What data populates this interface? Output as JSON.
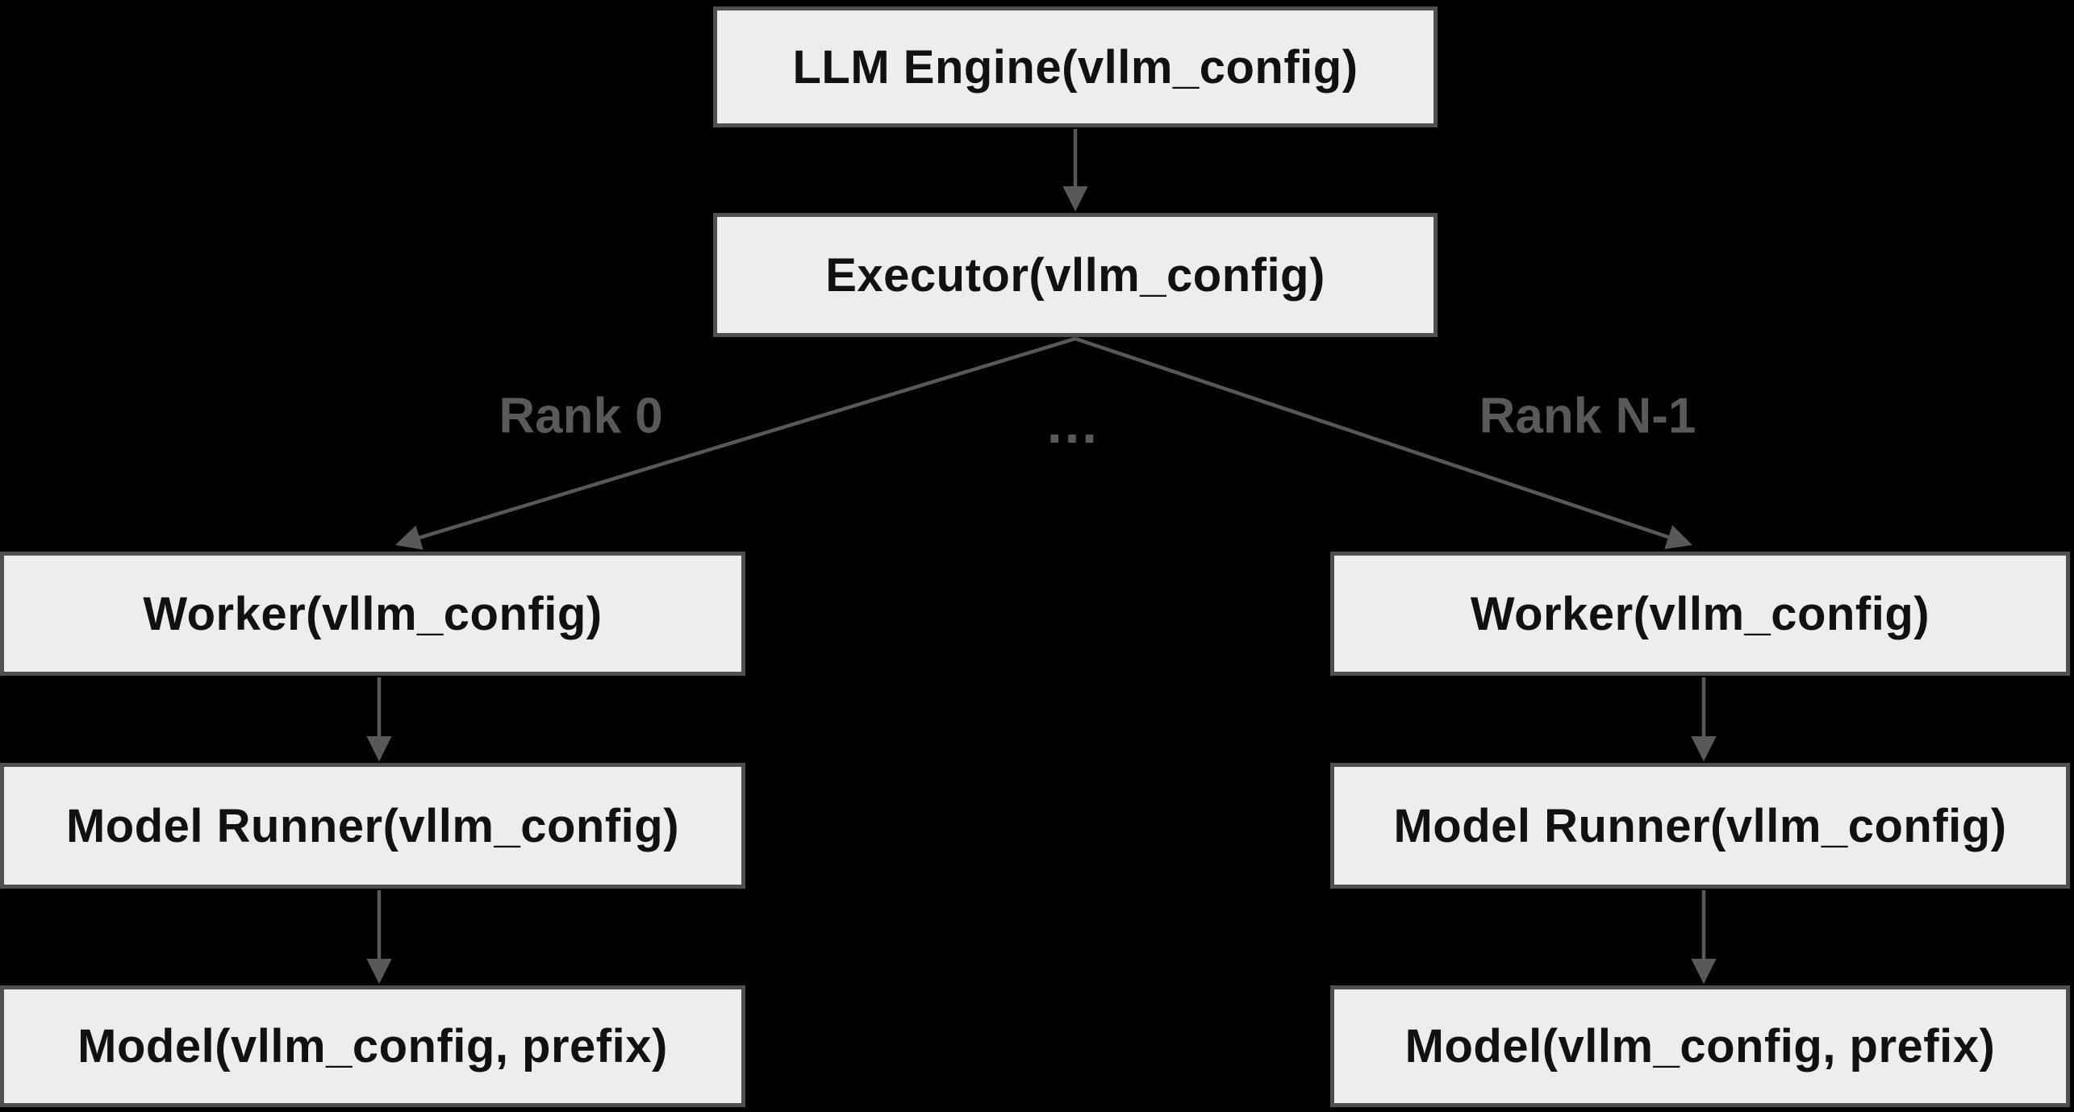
{
  "diagram": {
    "type": "flowchart",
    "background_color": "#000000",
    "node_fill_color": "#ededed",
    "node_border_color": "#4f4f4f",
    "node_text_color": "#111111",
    "edge_color": "#585858",
    "edge_label_color": "#595959",
    "nodes": {
      "llm_engine": {
        "label": "LLM Engine(vllm_config)"
      },
      "executor": {
        "label": "Executor(vllm_config)"
      },
      "worker_0": {
        "label": "Worker(vllm_config)"
      },
      "worker_n": {
        "label": "Worker(vllm_config)"
      },
      "model_runner_0": {
        "label": "Model Runner(vllm_config)"
      },
      "model_runner_n": {
        "label": "Model Runner(vllm_config)"
      },
      "model_0": {
        "label": "Model(vllm_config, prefix)"
      },
      "model_n": {
        "label": "Model(vllm_config, prefix)"
      }
    },
    "edges": {
      "rank_0_label": "Rank 0",
      "rank_n_label": "Rank N-1",
      "ellipsis": "…"
    }
  }
}
